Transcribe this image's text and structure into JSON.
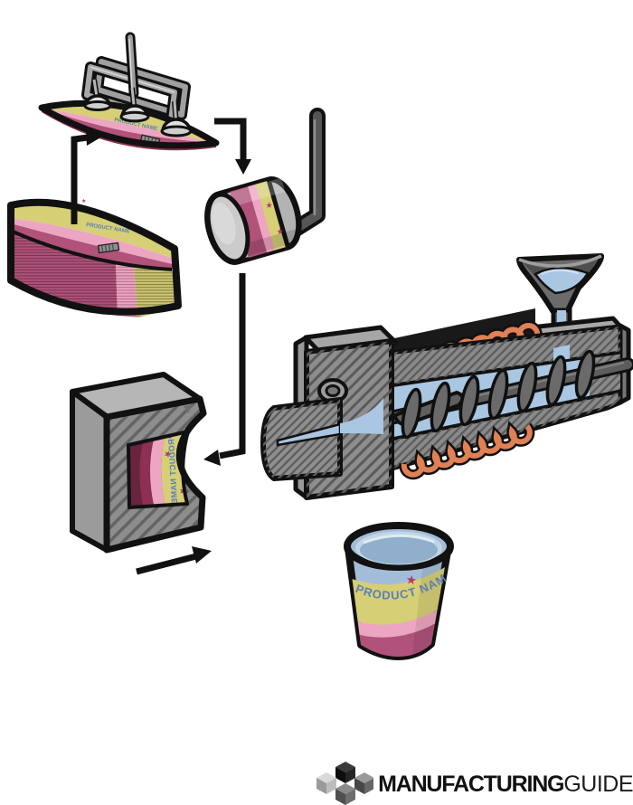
{
  "diagram": {
    "product_label_text": "PRODUCT NAME",
    "process": "in-mould labeling / injection molding",
    "colors": {
      "label_magenta": "#b0527a",
      "label_dark_magenta": "#8c3054",
      "label_pink": "#eda6c1",
      "label_yellow": "#d6cf76",
      "label_text_blue": "#5b80b6",
      "star_magenta": "#a93a67",
      "machine_gray": "#8d8d8d",
      "machine_hatch": "#5e5e5e",
      "heater_orange": "#e08055",
      "melt_blue": "#a9c6e2",
      "cup_blue": "#a3bdd8",
      "outline_black": "#111111"
    }
  },
  "logo": {
    "brand_bold": "MANUFACTURING",
    "brand_light": "GUIDE",
    "icon": "cube-cluster-icon"
  }
}
